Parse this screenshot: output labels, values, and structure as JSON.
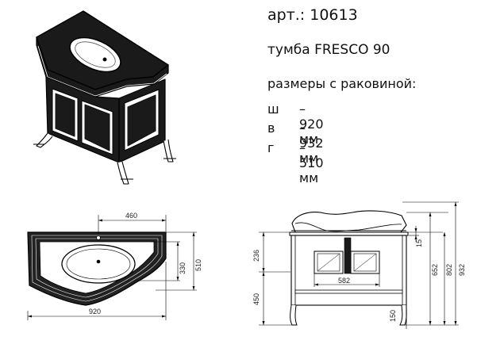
{
  "article": "арт.: 10613",
  "product": "тумба  FRESCO 90",
  "specs": {
    "heading": "размеры с раковиной:",
    "items": [
      {
        "key": "ш",
        "value": "– 920 мм"
      },
      {
        "key": "в",
        "value": "– 932 мм"
      },
      {
        "key": "г",
        "value": "– 510 мм"
      }
    ]
  },
  "top_view": {
    "w_half": "460",
    "w_full": "920",
    "inner": "330",
    "depth": "510"
  },
  "front_view": {
    "d236": "236",
    "d450": "450",
    "d582": "582",
    "d15": "15",
    "d652": "652",
    "d802": "802",
    "d932": "932",
    "d150": "150"
  }
}
